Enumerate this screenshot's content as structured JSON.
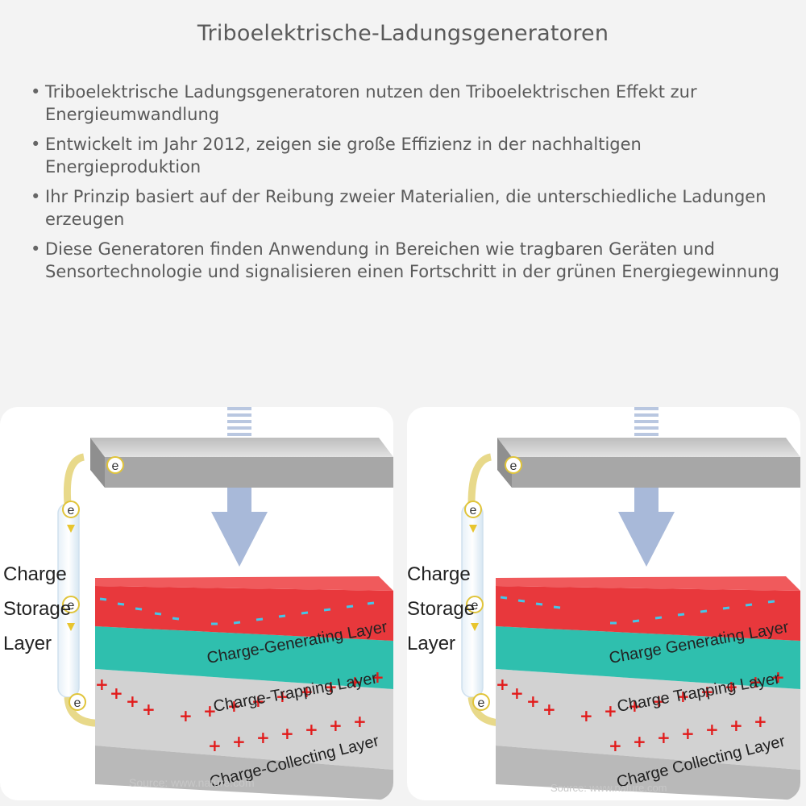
{
  "header": {
    "title": "Triboelektrische-Ladungsgeneratoren"
  },
  "bullets": [
    "Triboelektrische Ladungsgeneratoren nutzen den Triboelektrischen Effekt zur Energieumwandlung",
    "Entwickelt im Jahr 2012, zeigen sie große Effizienz in der nachhaltigen Energieproduktion",
    "Ihr Prinzip basiert auf der Reibung zweier Materialien, die unterschiedliche Ladungen erzeugen",
    "Diese Generatoren finden Anwendung in Bereichen wie tragbaren Geräten und Sensortechnologie und signalisieren einen Fortschritt in der grünen Energiegewinnung"
  ],
  "diagrams": [
    {
      "storage_label": [
        "Charge",
        "Storage",
        "Layer"
      ],
      "layer_top": "Charge-Generating Layer",
      "layer_mid": "Charge-Trapping Layer",
      "layer_bottom": "Charge-Collecting Layer",
      "source": "Source: www.nature.com",
      "electron": "e"
    },
    {
      "storage_label": [
        "Charge",
        "Storage",
        "Layer"
      ],
      "layer_top": "Charge Generating Layer",
      "layer_mid": "Charge Trapping Layer",
      "layer_bottom": "Charge Collecting Layer",
      "source": "Source: www.nature.com",
      "electron": "e"
    }
  ],
  "colors": {
    "generating": "#e8383c",
    "trapping": "#2fbfae",
    "collecting": "#c9c9c9",
    "plate": "#a9a9a9",
    "arrow": "#9fb3d6",
    "plus": "#e21b1b",
    "minus": "#45c6e8"
  }
}
